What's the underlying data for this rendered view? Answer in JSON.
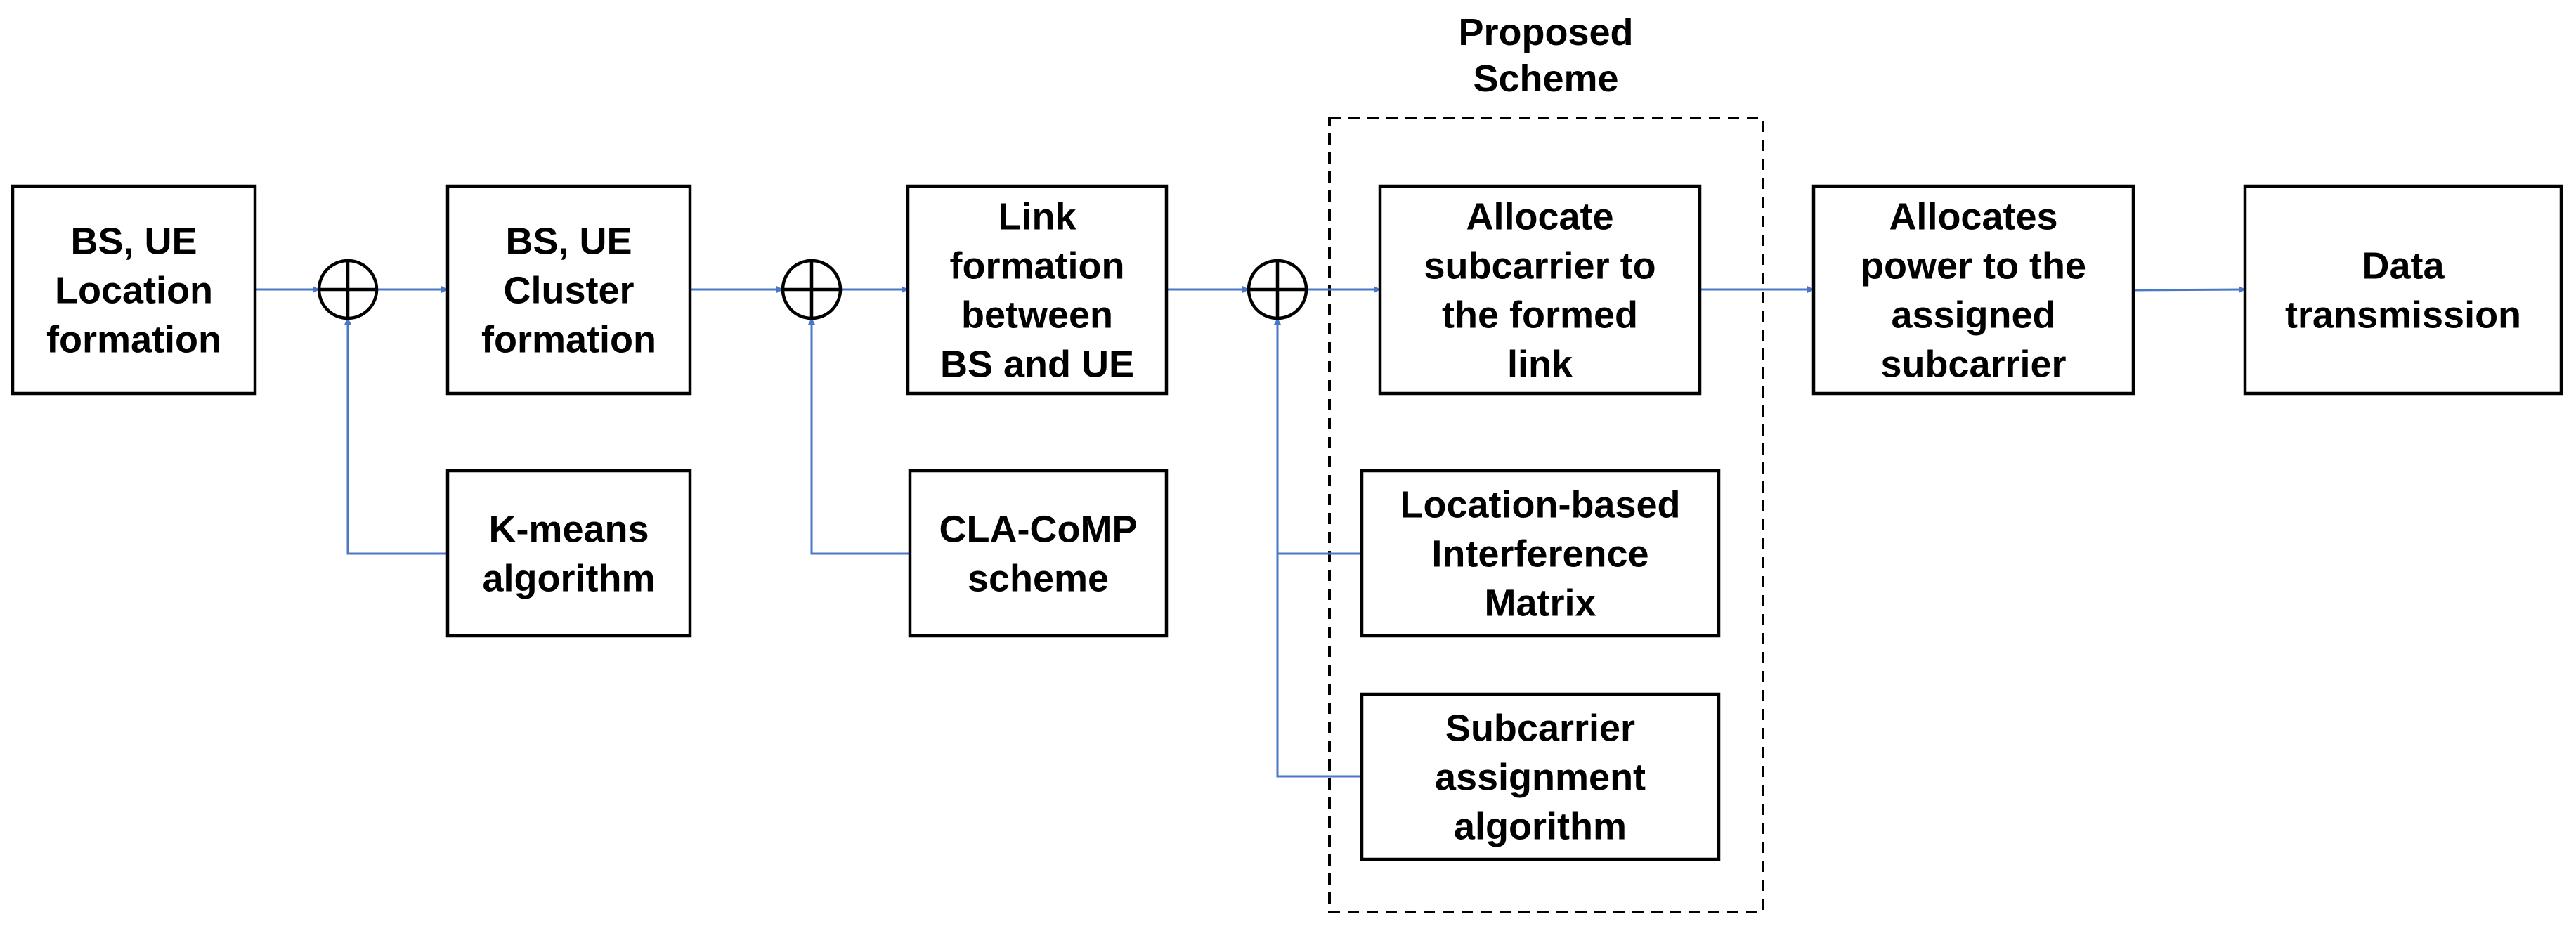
{
  "colors": {
    "connector": "#4a78c8",
    "box_border": "#000000",
    "background": "#ffffff"
  },
  "group": {
    "label": [
      "Proposed",
      "Scheme"
    ]
  },
  "nodes": {
    "bs_ue_location": [
      "BS, UE",
      "Location",
      "formation"
    ],
    "bs_ue_cluster": [
      "BS, UE",
      "Cluster",
      "formation"
    ],
    "link_formation": [
      "Link",
      "formation",
      "between",
      "BS and UE"
    ],
    "allocate_subcarrier": [
      "Allocate",
      "subcarrier to",
      "the formed",
      "link"
    ],
    "allocate_power": [
      "Allocates",
      "power to the",
      "assigned",
      "subcarrier"
    ],
    "data_transmission": [
      "Data",
      "transmission"
    ],
    "kmeans": [
      "K-means",
      "algorithm"
    ],
    "cla_comp": [
      "CLA-CoMP",
      "scheme"
    ],
    "interference_matrix": [
      "Location-based",
      "Interference",
      "Matrix"
    ],
    "subcarrier_assignment": [
      "Subcarrier",
      "assignment",
      "algorithm"
    ]
  }
}
